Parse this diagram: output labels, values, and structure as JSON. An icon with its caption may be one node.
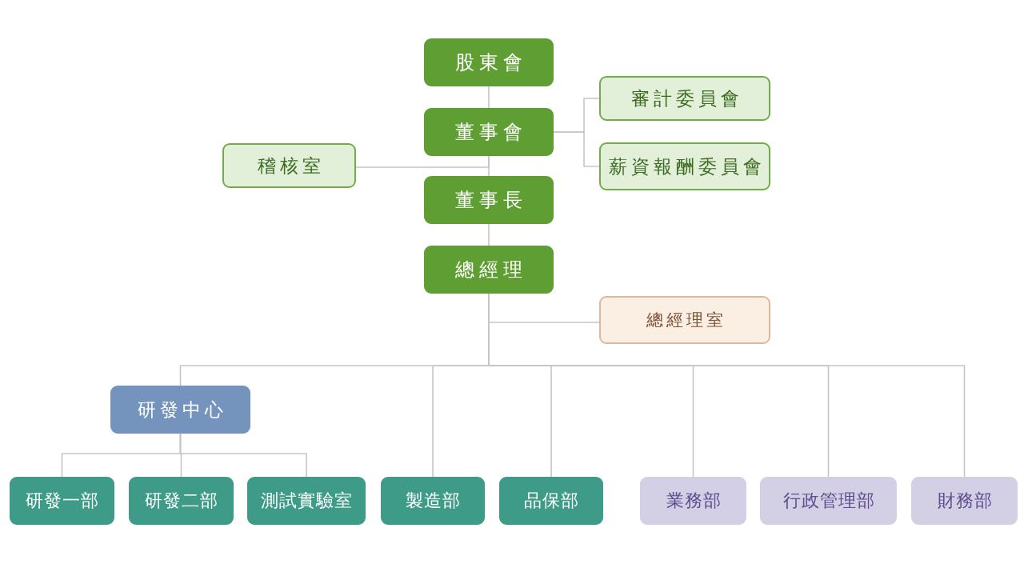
{
  "diagram": {
    "nodes": [
      {
        "text": [
          "股東會"
        ]
      },
      {
        "text": [
          "董事會"
        ]
      },
      {
        "text": [
          "審計委員會"
        ]
      },
      {
        "text": [
          "薪資報酬委員會"
        ]
      },
      {
        "text": [
          "稽核室"
        ]
      },
      {
        "text": [
          "董事長"
        ]
      },
      {
        "text": [
          "總經理"
        ]
      },
      {
        "text": [
          "總經理室"
        ]
      },
      {
        "text": [
          "研發中心"
        ]
      },
      {
        "text": [
          "研發一部"
        ]
      },
      {
        "text": [
          "研發二部"
        ]
      },
      {
        "text": [
          "測試實驗室"
        ]
      },
      {
        "text": [
          "製造部"
        ]
      },
      {
        "text": [
          "品保部"
        ]
      },
      {
        "text": [
          "業務部"
        ]
      },
      {
        "text": [
          "行政管理部"
        ]
      },
      {
        "text": [
          "財務部"
        ]
      }
    ],
    "edges": [
      {
        "from": 0,
        "to": 1,
        "arrow": "none"
      },
      {
        "from": 1,
        "to": 5,
        "arrow": "none"
      },
      {
        "from": 5,
        "to": 6,
        "arrow": "none"
      },
      {
        "from": 1,
        "to": 2,
        "arrow": "none"
      },
      {
        "from": 1,
        "to": 3,
        "arrow": "none"
      },
      {
        "from": 1,
        "to": 4,
        "arrow": "none"
      },
      {
        "from": 6,
        "to": 7,
        "arrow": "none"
      },
      {
        "from": 6,
        "to": 8,
        "arrow": "none"
      },
      {
        "from": 6,
        "to": 12,
        "arrow": "none"
      },
      {
        "from": 6,
        "to": 13,
        "arrow": "none"
      },
      {
        "from": 6,
        "to": 14,
        "arrow": "none"
      },
      {
        "from": 6,
        "to": 15,
        "arrow": "none"
      },
      {
        "from": 6,
        "to": 16,
        "arrow": "none"
      },
      {
        "from": 8,
        "to": 9,
        "arrow": "none"
      },
      {
        "from": 8,
        "to": 10,
        "arrow": "none"
      },
      {
        "from": 8,
        "to": 11,
        "arrow": "none"
      }
    ]
  }
}
